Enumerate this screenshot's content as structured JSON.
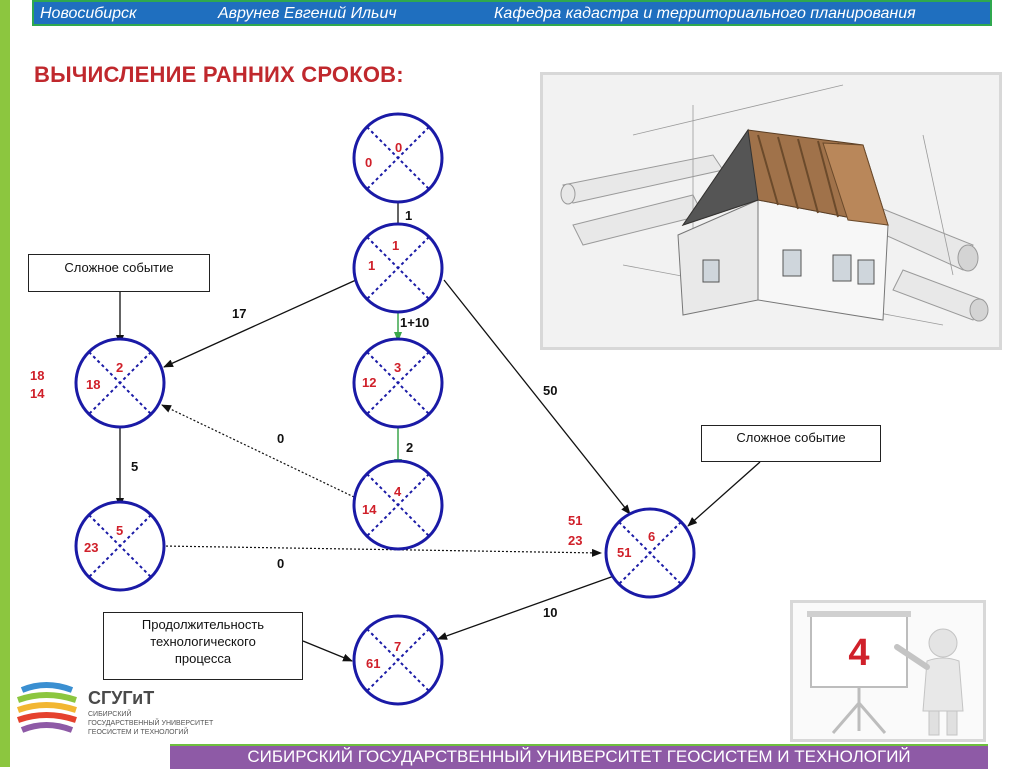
{
  "header": {
    "city": "Новосибирск",
    "author": "Аврунев Евгений Ильич",
    "department": "Кафедра кадастра и территориального планирования"
  },
  "title": "ВЫЧИСЛЕНИЕ РАННИХ СРОКОВ:",
  "callouts": {
    "complex_event_left": "Сложное событие",
    "complex_event_right": "Сложное событие",
    "duration_line1": "Продолжительность",
    "duration_line2": "технологического",
    "duration_line3": "процесса"
  },
  "nodes": [
    {
      "id": "0",
      "value": "0"
    },
    {
      "id": "1",
      "value": "1"
    },
    {
      "id": "2",
      "value": "18"
    },
    {
      "id": "3",
      "value": "12"
    },
    {
      "id": "4",
      "value": "14"
    },
    {
      "id": "5",
      "value": "23"
    },
    {
      "id": "6",
      "value": "51"
    },
    {
      "id": "7",
      "value": "61"
    }
  ],
  "edges": {
    "e01": "1",
    "e12": "17",
    "e13": "1+10",
    "e16": "50",
    "e34": "2",
    "e42": "0",
    "e25": "5",
    "e56": "0",
    "e67": "10"
  },
  "candidates": {
    "node2_a": "18",
    "node2_b": "14",
    "node6_a": "51",
    "node6_b": "23"
  },
  "presentation_number": "4",
  "logo": {
    "name": "СГУГиТ",
    "line1": "СИБИРСКИЙ",
    "line2": "ГОСУДАРСТВЕННЫЙ УНИВЕРСИТЕТ",
    "line3": "ГЕОСИСТЕМ И ТЕХНОЛОГИЙ"
  },
  "footer": "СИБИРСКИЙ ГОСУДАРСТВЕННЫЙ УНИВЕРСИТЕТ ГЕОСИСТЕМ И ТЕХНОЛОГИЙ",
  "colors": {
    "header_bg": "#1f6fbf",
    "title_red": "#c0282d",
    "node_blue": "#1a1aa6",
    "green_arrow": "#3aa64a",
    "footer_bg": "#8e5aa6"
  }
}
